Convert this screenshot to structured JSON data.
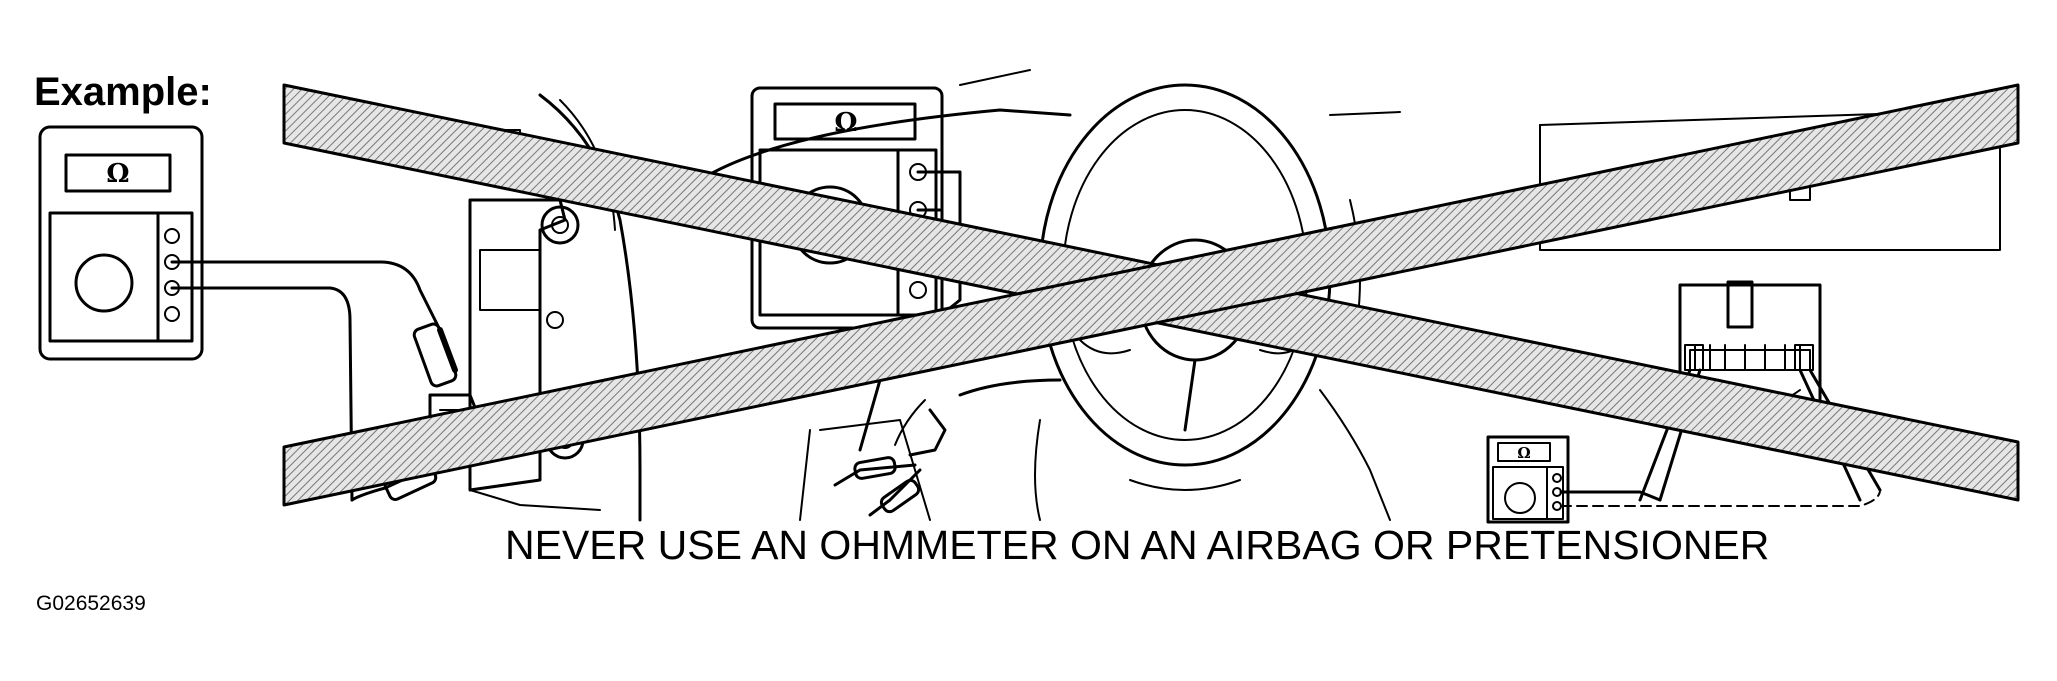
{
  "example_label": "Example:",
  "warning_caption": "NEVER USE AN OHMMETER ON AN AIRBAG OR PRETENSIONER",
  "figure_id": "G02652639",
  "ohmmeter_symbol": "Ω",
  "icons": [
    "ohmmeter-icon",
    "steering-wheel-icon",
    "airbag-connector-icon",
    "pretensioner-icon",
    "prohibition-cross-icon"
  ],
  "colors": {
    "ink": "#000000",
    "cross_fill": "#d0d0d0",
    "background": "#ffffff"
  }
}
